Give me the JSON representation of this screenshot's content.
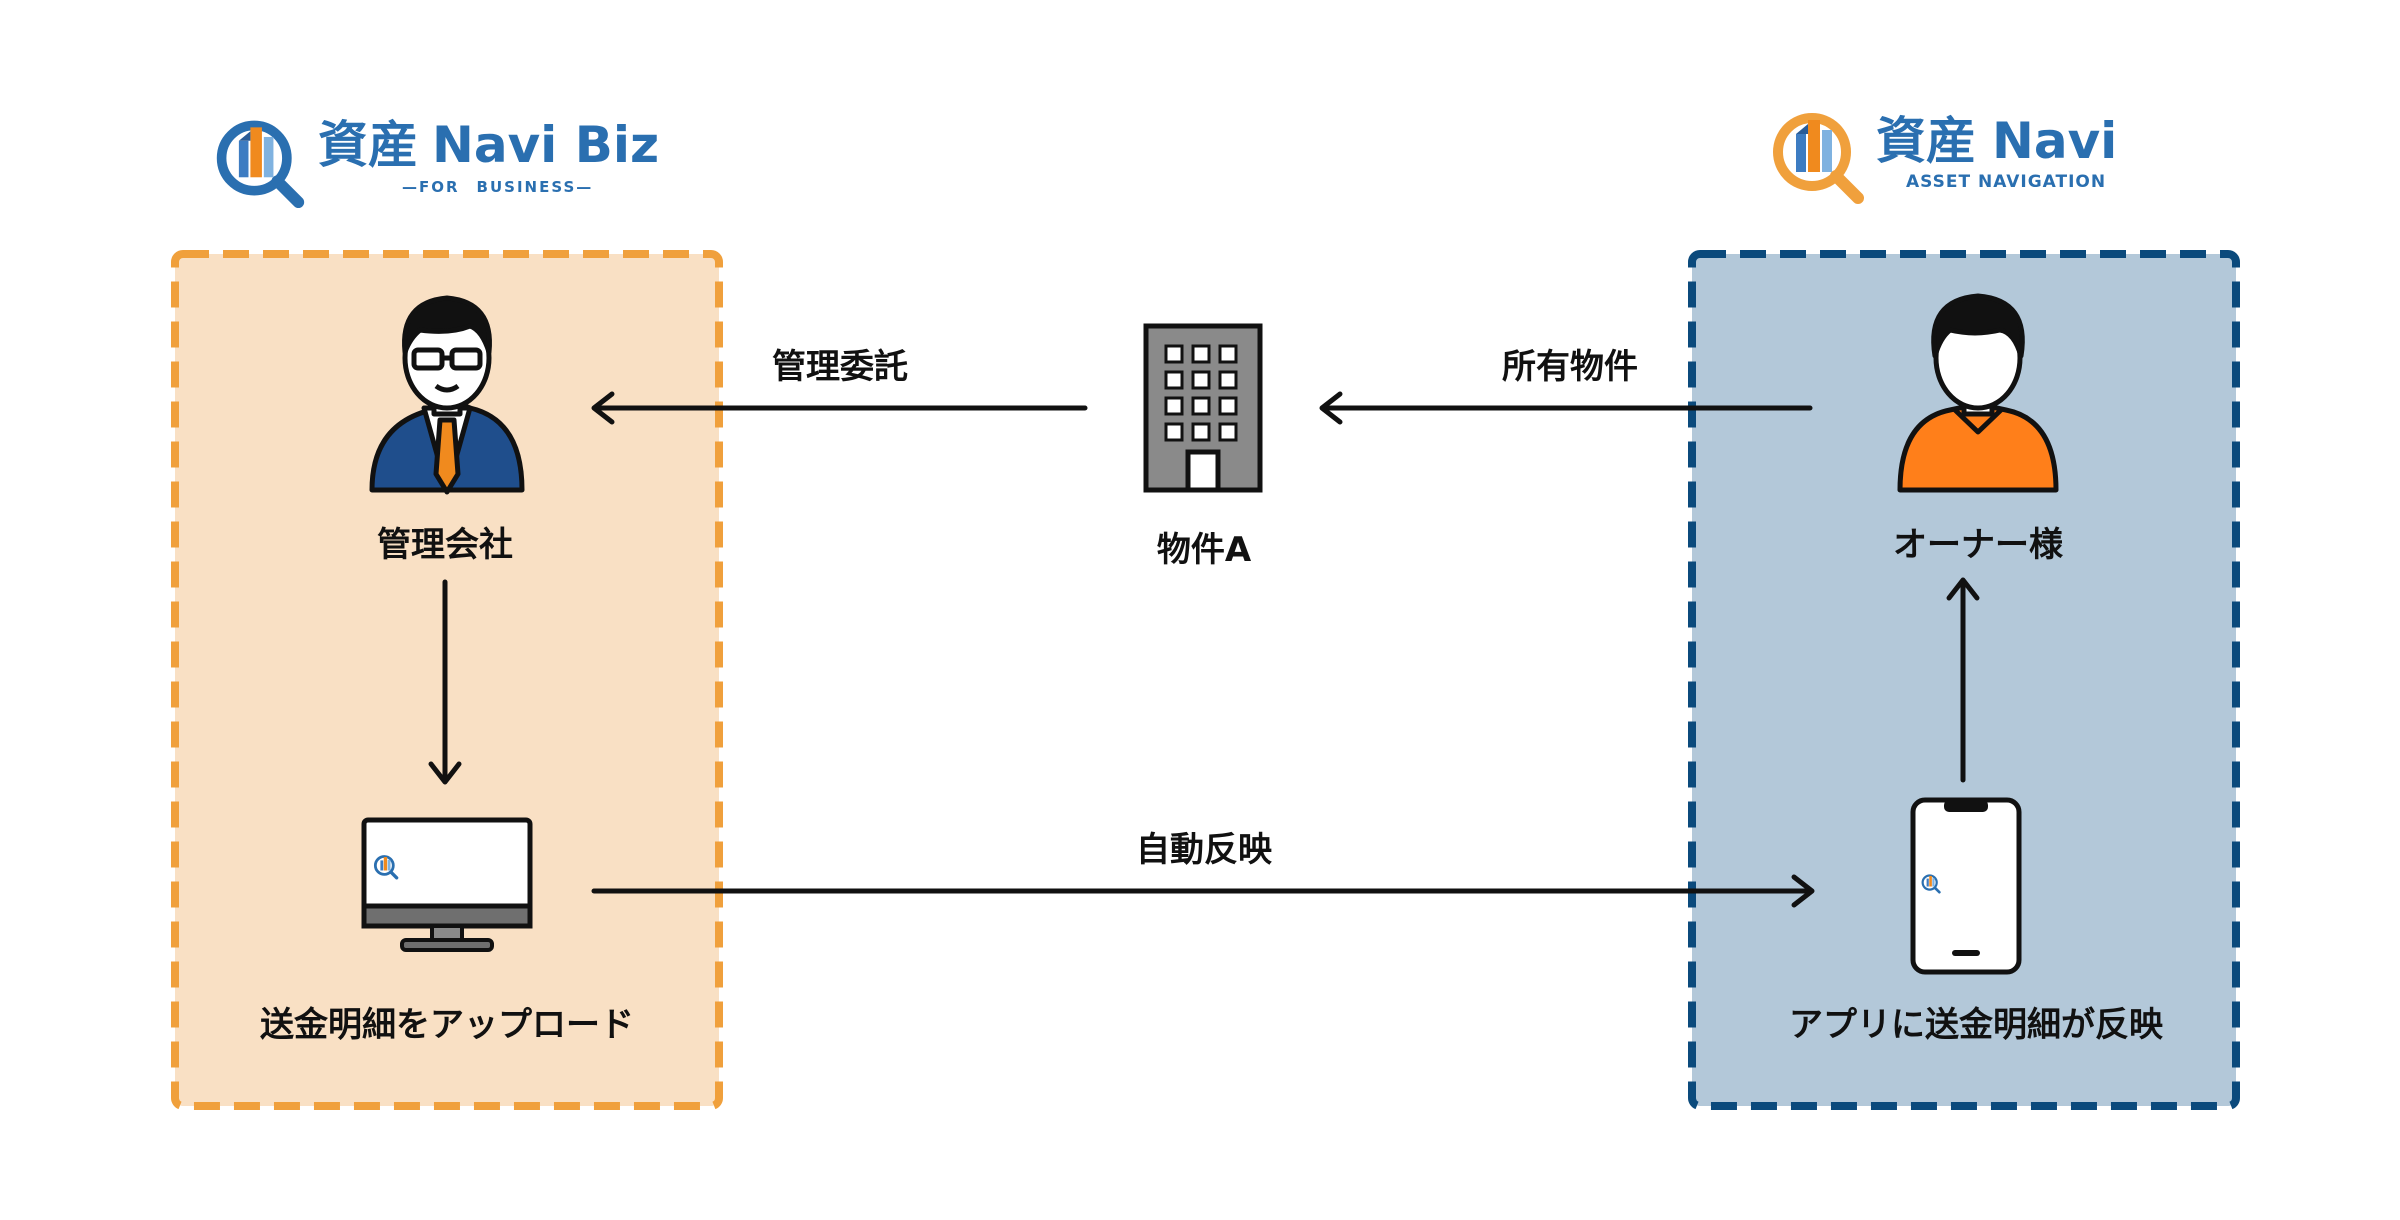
{
  "logos": {
    "left": {
      "kanji": "資産",
      "name": "Navi Biz",
      "tagline": "—FOR　BUSINESS—"
    },
    "right": {
      "kanji": "資産",
      "name": "Navi",
      "tagline": "ASSET NAVIGATION"
    }
  },
  "nodes": {
    "management_company": "管理会社",
    "property": "物件A",
    "owner": "オーナー様",
    "upload": "送金明細をアップロード",
    "app_reflect": "アプリに送金明細が反映"
  },
  "edges": {
    "management_consignment": "管理委託",
    "ownership": "所有物件",
    "auto_reflect": "自動反映"
  },
  "colors": {
    "biz_box_fill": "#F9E0C4",
    "biz_box_border": "#F0A03C",
    "owner_box_fill": "#B3C8D9",
    "owner_box_border": "#0B4A7C",
    "brand_blue": "#2A6FB0",
    "accent_orange": "#F08A1E",
    "person_suit": "#1F4E8C",
    "owner_shirt": "#FF7F1A",
    "building": "#8A8A8A"
  },
  "icons": [
    "businessman-icon",
    "building-icon",
    "owner-person-icon",
    "monitor-icon",
    "smartphone-icon",
    "logo-icon"
  ]
}
